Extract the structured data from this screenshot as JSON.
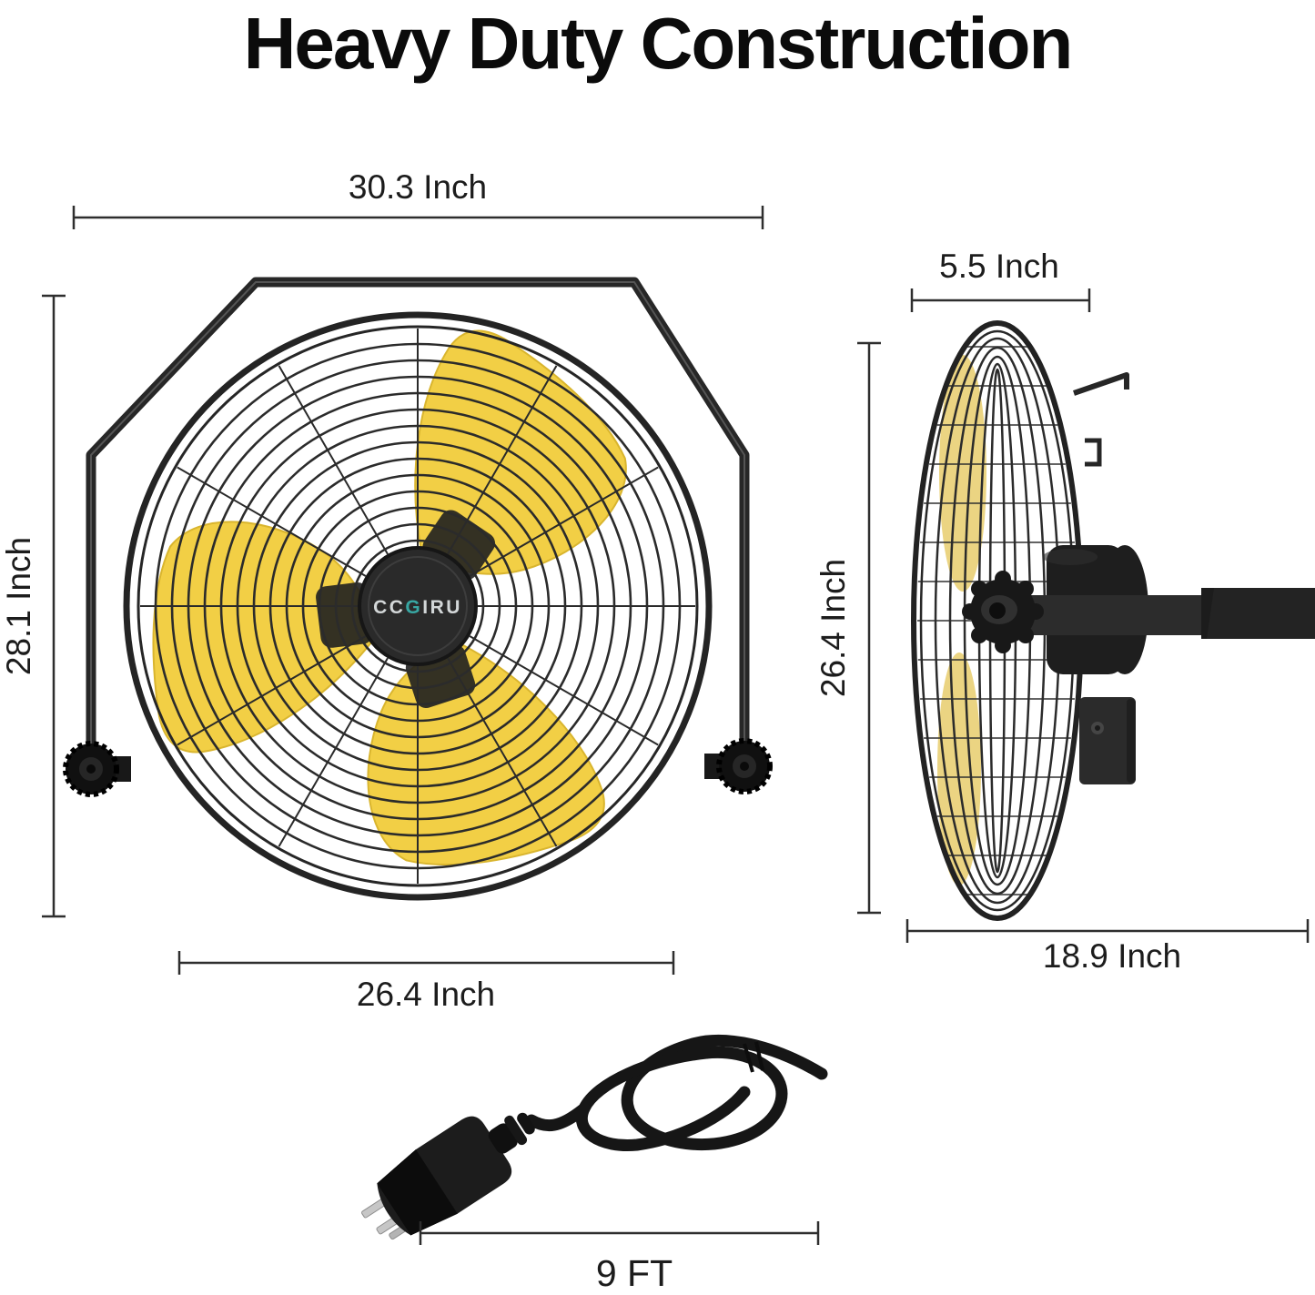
{
  "title": "Heavy Duty Construction",
  "brand": "CCGIRU",
  "brand_parts": {
    "left": "CC",
    "accent": "G",
    "right": "IRU"
  },
  "measurements": [
    {
      "id": "front-width-top",
      "value": 30.3,
      "unit": "Inch",
      "label": "30.3 Inch"
    },
    {
      "id": "front-height",
      "value": 28.1,
      "unit": "Inch",
      "label": "28.1 Inch"
    },
    {
      "id": "front-width-bottom",
      "value": 26.4,
      "unit": "Inch",
      "label": "26.4 Inch"
    },
    {
      "id": "side-depth",
      "value": 5.5,
      "unit": "Inch",
      "label": "5.5 Inch"
    },
    {
      "id": "side-height",
      "value": 26.4,
      "unit": "Inch",
      "label": "26.4 Inch"
    },
    {
      "id": "side-width",
      "value": 18.9,
      "unit": "Inch",
      "label": "18.9 Inch"
    },
    {
      "id": "cord-length",
      "value": 9,
      "unit": "FT",
      "label": "9 FT"
    }
  ],
  "colors": {
    "accent_yellow": "#f2cf45",
    "fan_black": "#222222",
    "logo_teal": "#38a7a3",
    "dim_line": "#2e2e2e",
    "title_text": "#0b0b0b",
    "background": "#ffffff"
  }
}
